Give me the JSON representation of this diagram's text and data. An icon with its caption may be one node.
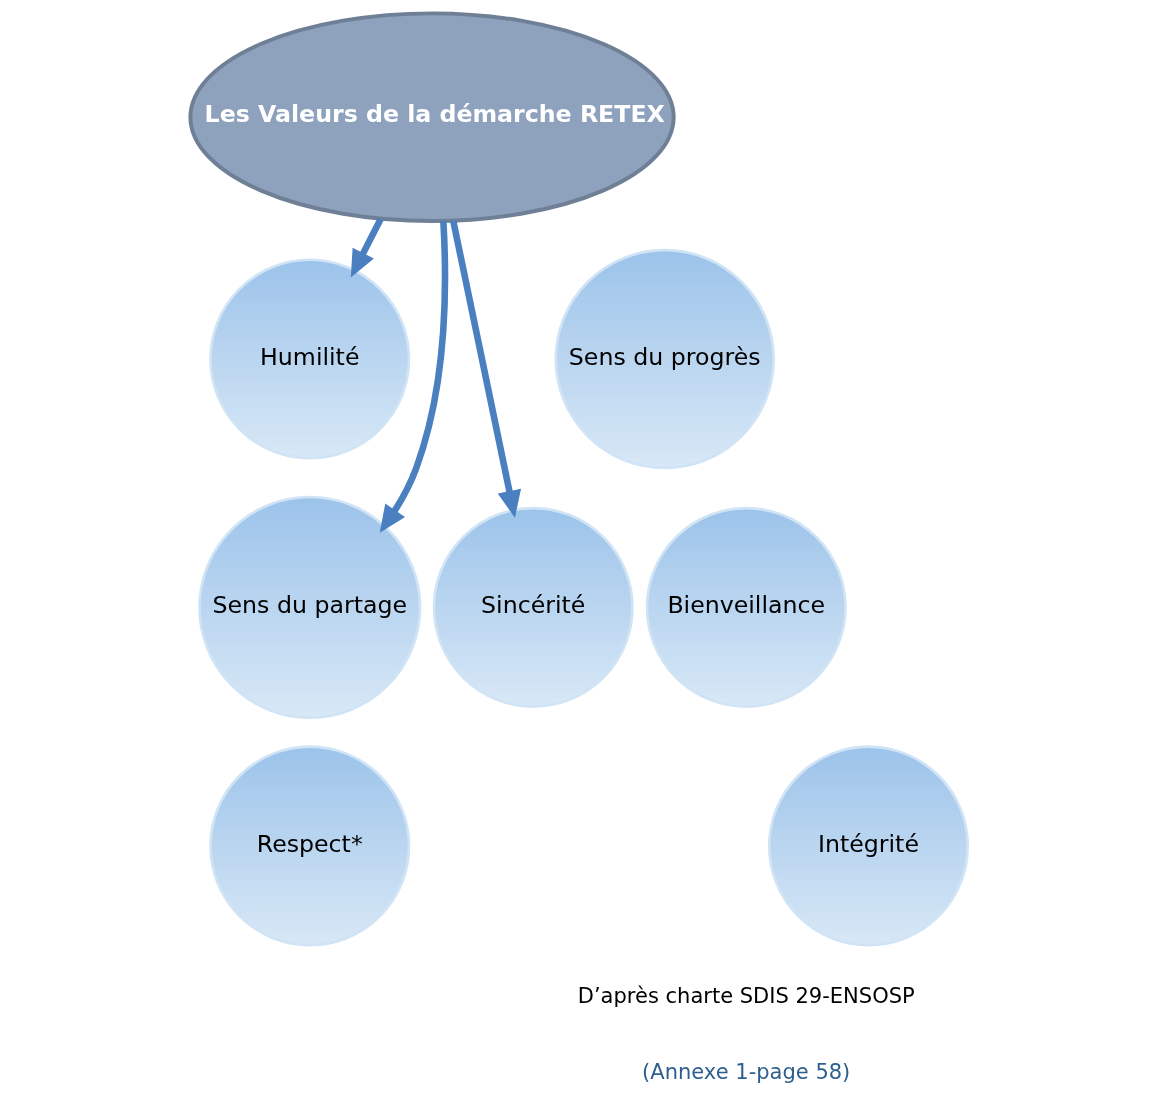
{
  "diagram": {
    "nodes": [
      {
        "text": [
          "Les Valeurs de la démarche RETEX"
        ]
      },
      {
        "text": [
          "Humilité"
        ]
      },
      {
        "text": [
          "Sens du progrès"
        ]
      },
      {
        "text": [
          "Sincérité"
        ]
      },
      {
        "text": [
          "Sens du partage"
        ]
      },
      {
        "text": [
          "Bienveillance"
        ]
      },
      {
        "text": [
          "Intégrité"
        ]
      },
      {
        "text": [
          "Respect*"
        ]
      }
    ],
    "edges": [
      {
        "from": 0,
        "to": 1,
        "arrow": "to"
      },
      {
        "from": 0,
        "to": 3,
        "arrow": "to"
      },
      {
        "from": 0,
        "to": 4,
        "arrow": "to"
      }
    ],
    "labels": [
      "D’après charte SDIS 29-ENSOSP",
      "(Annexe 1-page 58)"
    ]
  }
}
